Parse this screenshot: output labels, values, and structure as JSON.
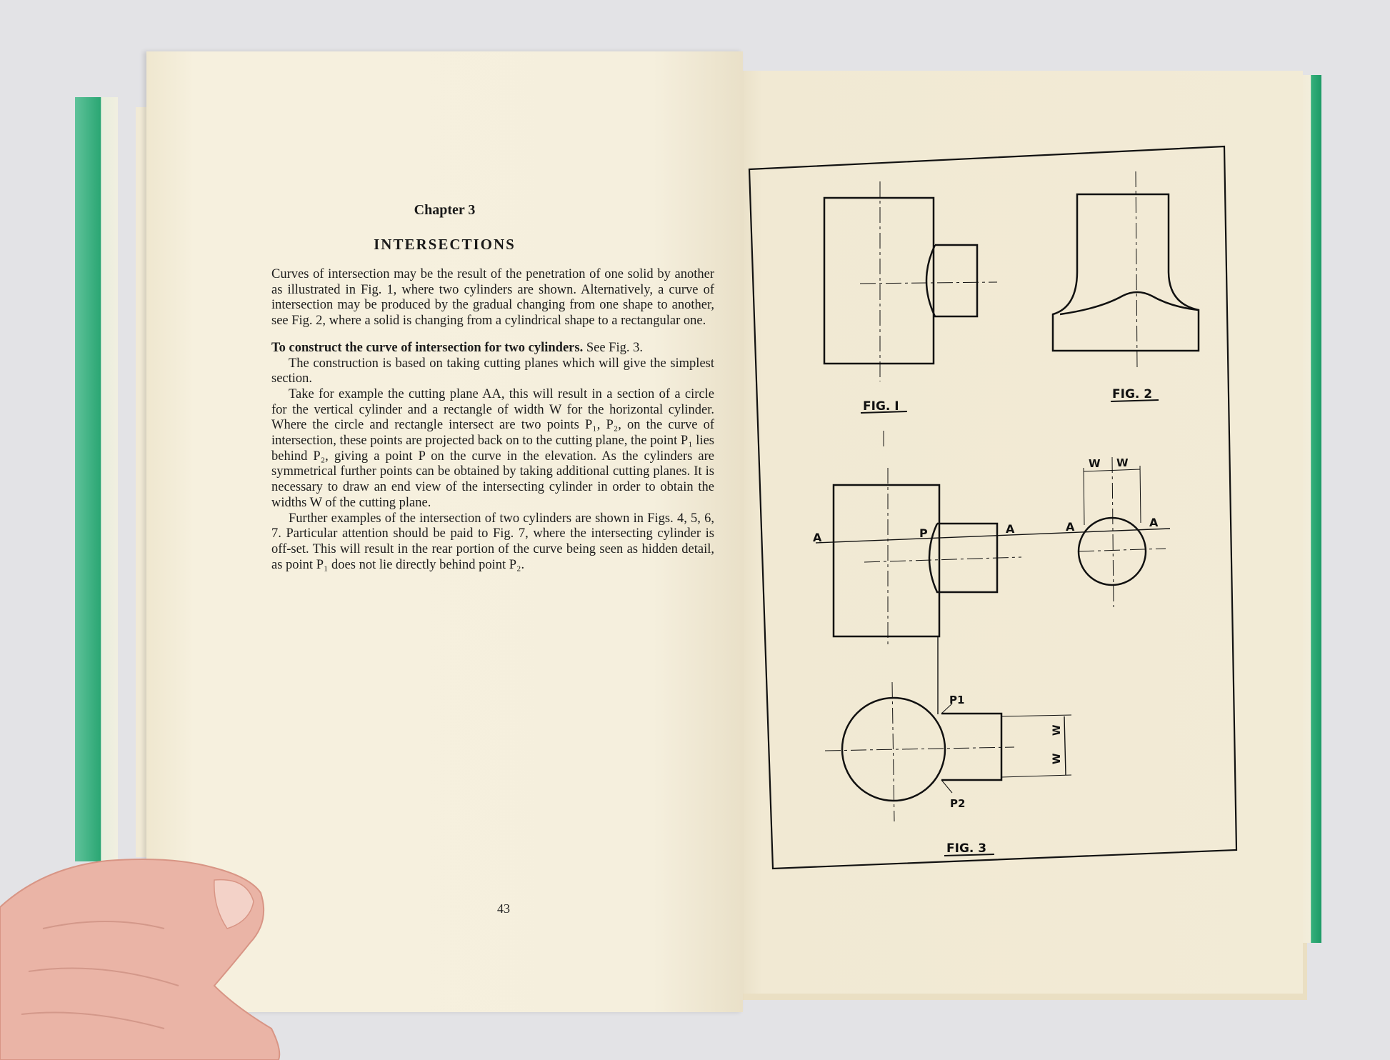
{
  "left_page": {
    "chapter": "Chapter 3",
    "title": "INTERSECTIONS",
    "paragraph_1": "Curves of intersection may be the result of the penetration of one solid by another as illustrated in Fig. 1, where two cylinders are shown. Alternatively, a curve of intersection may be produced by the gradual changing from one shape to another, see Fig. 2, where a solid is changing from a cylindrical shape to a rectangular one.",
    "heading": "To construct the curve of intersection for two cylinders.",
    "heading_ref": " See Fig. 3.",
    "paragraph_2": "The construction is based on taking cutting planes which will give the simplest section.",
    "paragraph_3": "Take for example the cutting plane AA, this will result in a section of a circle for the vertical cylinder and a rectangle of width W for the horizontal cylinder. Where the circle and rectangle intersect are two points P₁, P₂, on the curve of intersection, these points are projected back on to the cutting plane, the point P₁ lies behind P₂, giving a point P on the curve in the elevation. As the cylinders are symmetrical further points can be obtained by taking additional cutting planes. It is necessary to draw an end view of the intersecting cylinder in order to obtain the widths W of the cutting plane.",
    "paragraph_4": "Further examples of the intersection of two cylinders are shown in Figs. 4, 5, 6, 7. Particular attention should be paid to Fig. 7, where the intersecting cylinder is off-set. This will result in the rear portion of the curve being seen as hidden detail, as point P₁ does not lie directly behind point P₂.",
    "page_number": "43"
  },
  "right_page": {
    "fig1_label": "FIG. I",
    "fig2_label": "FIG. 2",
    "fig3_label": "FIG. 3",
    "labels": {
      "A": "A",
      "P": "P",
      "W": "W",
      "P1": "P1",
      "P2": "P2"
    }
  },
  "colors": {
    "page": "#f3ecd9",
    "cover": "#2aa673",
    "ink": "#111111"
  }
}
